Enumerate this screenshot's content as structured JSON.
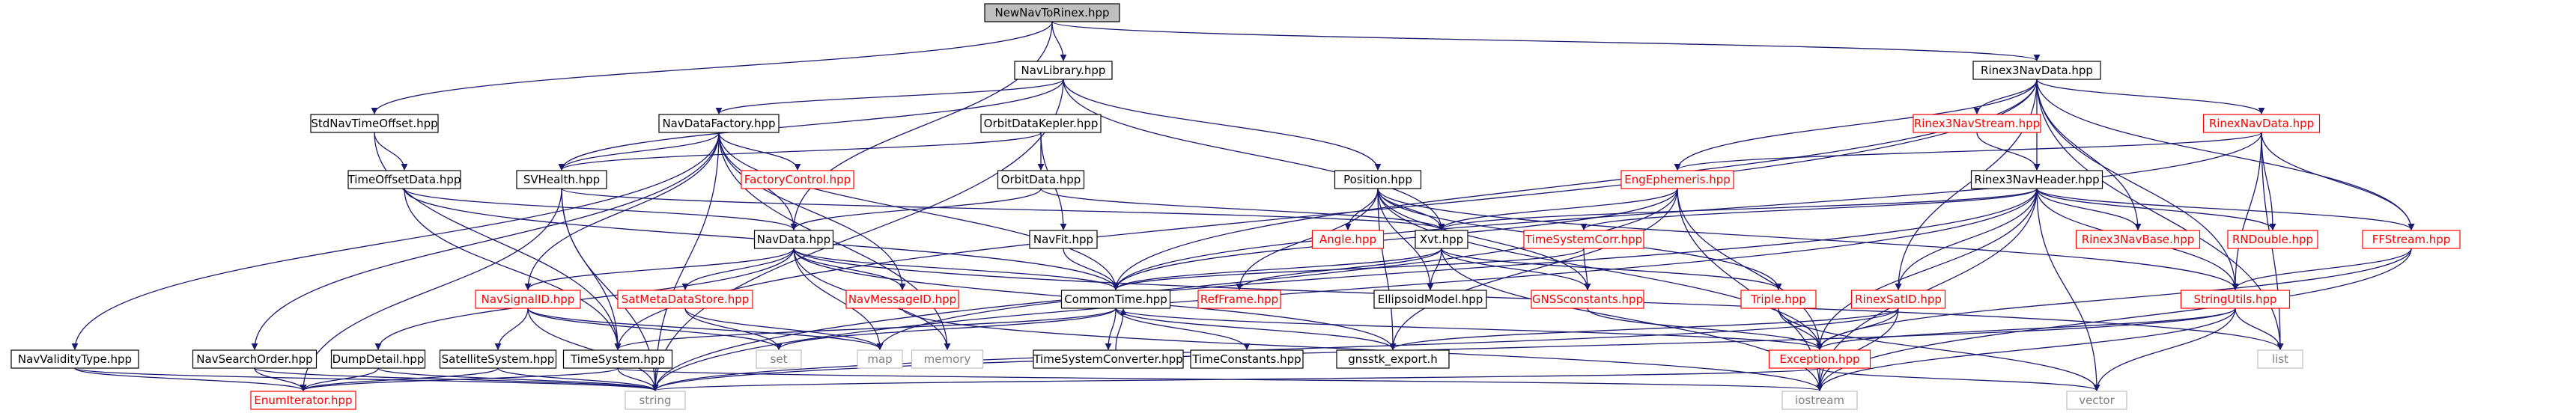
{
  "colors": {
    "edge": "#191970",
    "normal_border": "#000000",
    "missing_border": "#ff0000",
    "external_border": "#bfbfbf",
    "root_fill": "#bfbfbf",
    "normal_text": "#000000",
    "missing_text": "#ff0000",
    "external_text": "#808080"
  },
  "nodes": {
    "root": "NewNavToRinex.hpp",
    "navlib": "NavLibrary.hpp",
    "rnxnavdata": "Rinex3NavData.hpp",
    "stdnav": "StdNavTimeOffset.hpp",
    "navfactory": "NavDataFactory.hpp",
    "orbitkepler": "OrbitDataKepler.hpp",
    "rnxnavstream": "Rinex3NavStream.hpp",
    "rinexnavdata": "RinexNavData.hpp",
    "timeoffset": "TimeOffsetData.hpp",
    "svhealth": "SVHealth.hpp",
    "factoryctl": "FactoryControl.hpp",
    "orbitdata": "OrbitData.hpp",
    "position": "Position.hpp",
    "engeph": "EngEphemeris.hpp",
    "rnxnavheader": "Rinex3NavHeader.hpp",
    "navdata": "NavData.hpp",
    "navfit": "NavFit.hpp",
    "angle": "Angle.hpp",
    "xvt": "Xvt.hpp",
    "tscorr": "TimeSystemCorr.hpp",
    "rnxnavbase": "Rinex3NavBase.hpp",
    "rndouble": "RNDouble.hpp",
    "ffstream": "FFStream.hpp",
    "navsignal": "NavSignalID.hpp",
    "satmeta": "SatMetaDataStore.hpp",
    "navmsg": "NavMessageID.hpp",
    "commontime": "CommonTime.hpp",
    "refframe": "RefFrame.hpp",
    "ellipsoid": "EllipsoidModel.hpp",
    "gnssconst": "GNSSconstants.hpp",
    "triple": "Triple.hpp",
    "rinexsat": "RinexSatID.hpp",
    "stringutils": "StringUtils.hpp",
    "navvalidity": "NavValidityType.hpp",
    "navsearch": "NavSearchOrder.hpp",
    "dumpdetail": "DumpDetail.hpp",
    "satsys": "SatelliteSystem.hpp",
    "timesystem": "TimeSystem.hpp",
    "set": "set",
    "map": "map",
    "memory": "memory",
    "tsconv": "TimeSystemConverter.hpp",
    "timeconst": "TimeConstants.hpp",
    "gnsstk": "gnsstk_export.h",
    "exception": "Exception.hpp",
    "list": "list",
    "enumiter": "EnumIterator.hpp",
    "string": "string",
    "iostream": "iostream",
    "vector": "vector"
  }
}
